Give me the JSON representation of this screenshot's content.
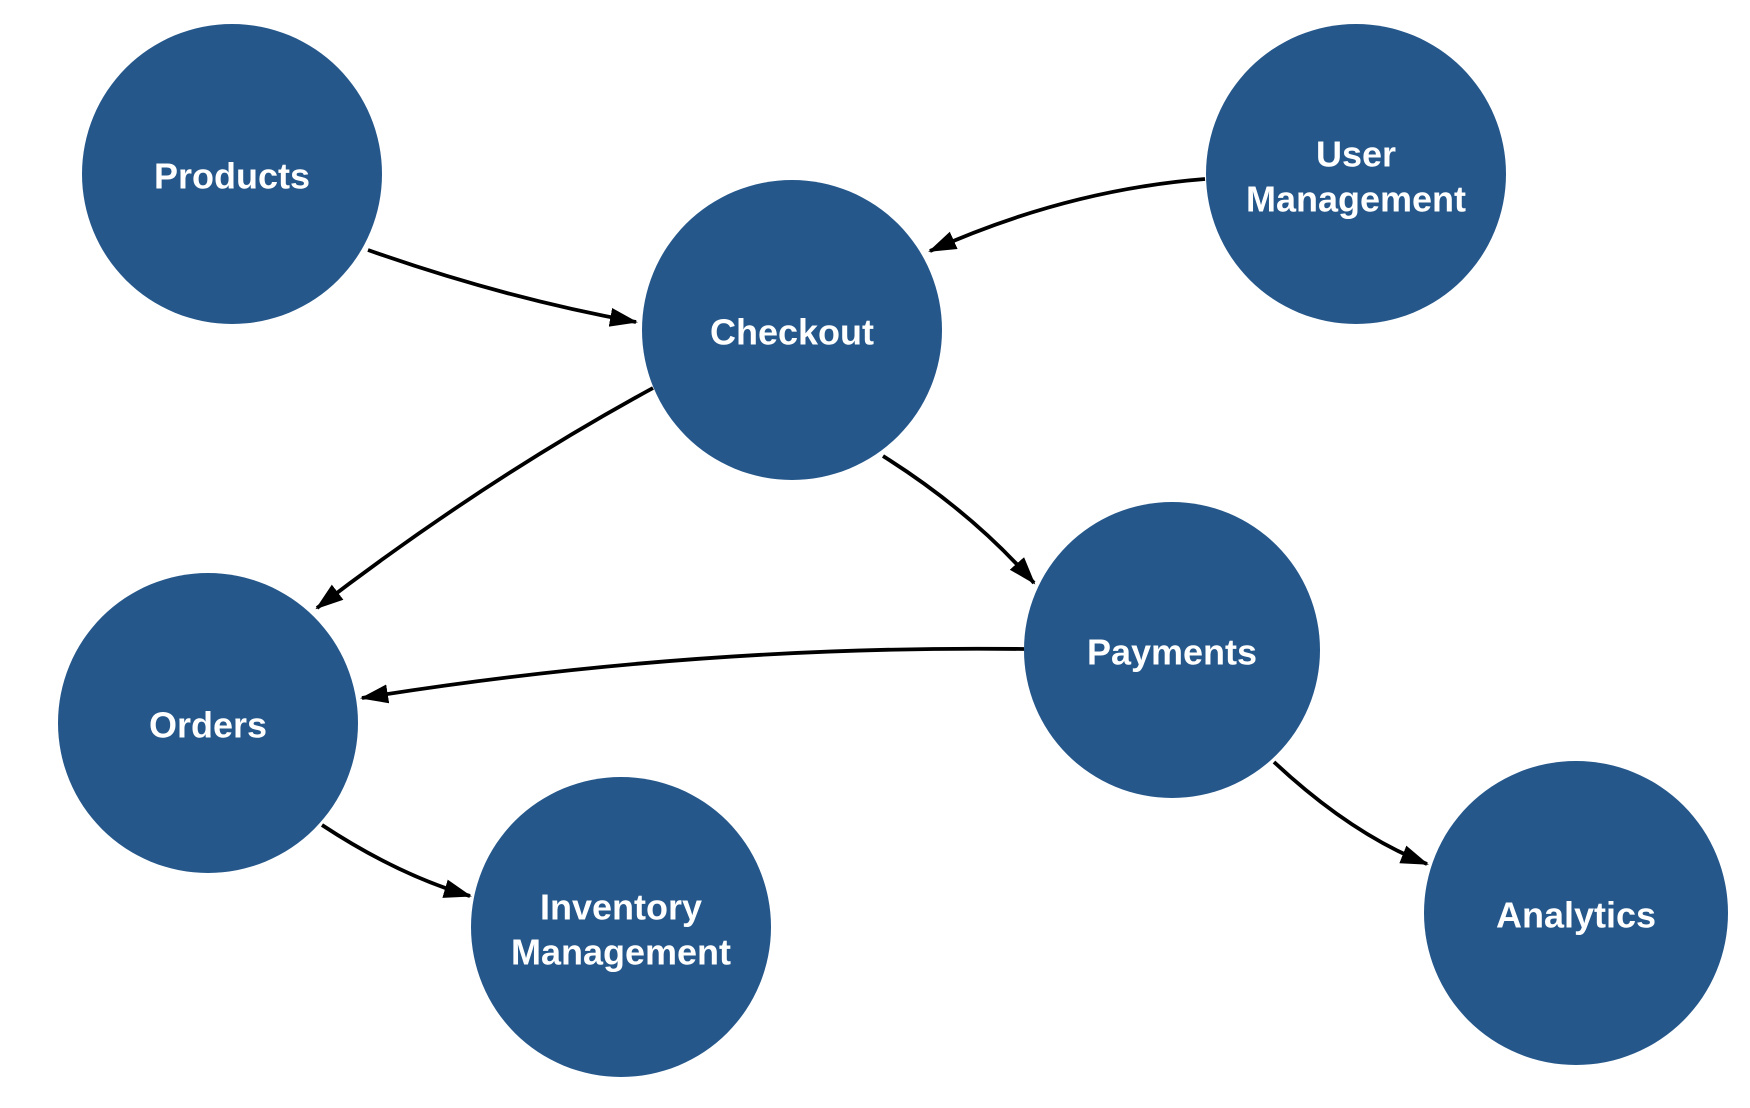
{
  "diagram": {
    "type": "flow-graph",
    "colors": {
      "background": "#ffffff",
      "node_fill": "#25578b",
      "node_text": "#ffffff",
      "edge": "#000000"
    },
    "nodes": [
      {
        "id": "products",
        "label": "Products",
        "lines": [
          "Products"
        ]
      },
      {
        "id": "user-management",
        "label": "User Management",
        "lines": [
          "User",
          "Management"
        ]
      },
      {
        "id": "checkout",
        "label": "Checkout",
        "lines": [
          "Checkout"
        ]
      },
      {
        "id": "payments",
        "label": "Payments",
        "lines": [
          "Payments"
        ]
      },
      {
        "id": "orders",
        "label": "Orders",
        "lines": [
          "Orders"
        ]
      },
      {
        "id": "inventory-management",
        "label": "Inventory Management",
        "lines": [
          "Inventory",
          "Management"
        ]
      },
      {
        "id": "analytics",
        "label": "Analytics",
        "lines": [
          "Analytics"
        ]
      }
    ],
    "edges": [
      {
        "from": "Products",
        "to": "Checkout"
      },
      {
        "from": "User Management",
        "to": "Checkout"
      },
      {
        "from": "Checkout",
        "to": "Orders"
      },
      {
        "from": "Checkout",
        "to": "Payments"
      },
      {
        "from": "Payments",
        "to": "Orders"
      },
      {
        "from": "Orders",
        "to": "Inventory Management"
      },
      {
        "from": "Payments",
        "to": "Analytics"
      }
    ]
  }
}
